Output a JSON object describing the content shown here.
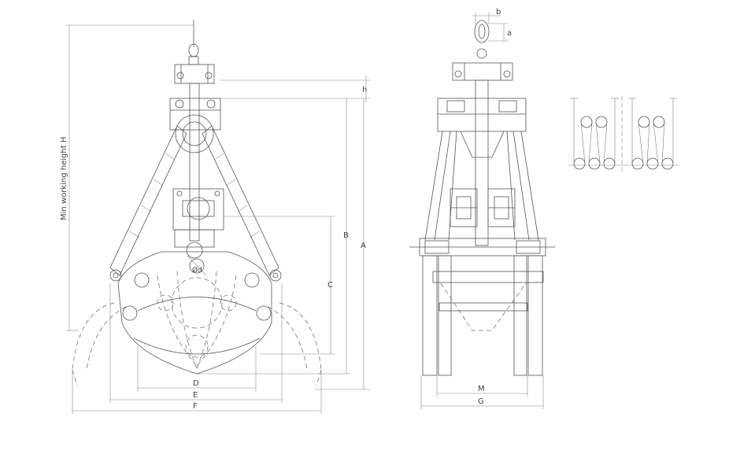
{
  "labels": {
    "H": "Min working height  H",
    "A": "A",
    "B": "B",
    "C": "C",
    "D": "D",
    "E": "E",
    "F": "F",
    "M": "M",
    "G": "G",
    "a": "a",
    "b": "b",
    "h": "h",
    "d": "Ød"
  },
  "colors": {
    "line": "#555555",
    "background": "#ffffff"
  }
}
